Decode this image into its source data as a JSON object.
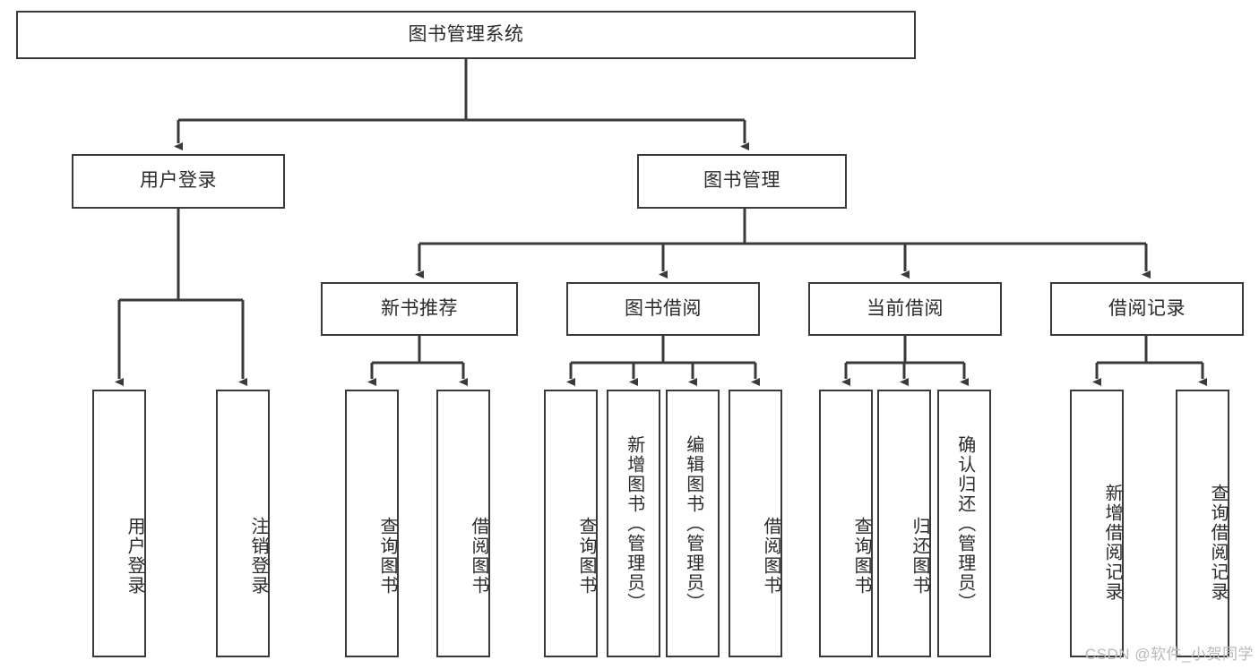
{
  "diagram": {
    "type": "tree-hierarchy",
    "title": "图书管理系统",
    "root": {
      "id": "root",
      "label": "图书管理系统"
    },
    "level1": [
      {
        "id": "user-login",
        "label": "用户登录"
      },
      {
        "id": "book-manage",
        "label": "图书管理"
      }
    ],
    "level2": [
      {
        "id": "new-book-rec",
        "label": "新书推荐",
        "parent": "book-manage"
      },
      {
        "id": "book-borrow",
        "label": "图书借阅",
        "parent": "book-manage"
      },
      {
        "id": "current-borrow",
        "label": "当前借阅",
        "parent": "book-manage"
      },
      {
        "id": "borrow-record",
        "label": "借阅记录",
        "parent": "book-manage"
      }
    ],
    "leaves": [
      {
        "id": "leaf-user-login",
        "label": "用户登录",
        "parent": "user-login"
      },
      {
        "id": "leaf-user-logout",
        "label": "注销登录",
        "parent": "user-login"
      },
      {
        "id": "leaf-rec-query",
        "label": "查询图书",
        "parent": "new-book-rec"
      },
      {
        "id": "leaf-rec-borrow",
        "label": "借阅图书",
        "parent": "new-book-rec"
      },
      {
        "id": "leaf-borrow-query",
        "label": "查询图书",
        "parent": "book-borrow"
      },
      {
        "id": "leaf-borrow-add",
        "label": "新增图书（管理员）",
        "parent": "book-borrow"
      },
      {
        "id": "leaf-borrow-edit",
        "label": "编辑图书（管理员）",
        "parent": "book-borrow"
      },
      {
        "id": "leaf-borrow-lend",
        "label": "借阅图书",
        "parent": "book-borrow"
      },
      {
        "id": "leaf-cur-query",
        "label": "查询图书",
        "parent": "current-borrow"
      },
      {
        "id": "leaf-cur-return",
        "label": "归还图书",
        "parent": "current-borrow"
      },
      {
        "id": "leaf-cur-confirm",
        "label": "确认归还（管理员）",
        "parent": "current-borrow"
      },
      {
        "id": "leaf-rec-add",
        "label": "新增借阅记录",
        "parent": "borrow-record"
      },
      {
        "id": "leaf-rec-query2",
        "label": "查询借阅记录",
        "parent": "borrow-record"
      }
    ],
    "colors": {
      "box_border": "#3a3a3a",
      "box_fill": "#ffffff",
      "connector": "#3a3a3a",
      "text": "#2b2b2b",
      "watermark": "#b9b9b9",
      "background": "#ffffff"
    }
  },
  "watermark": {
    "text": "CSDN @软件_小贺同学"
  }
}
